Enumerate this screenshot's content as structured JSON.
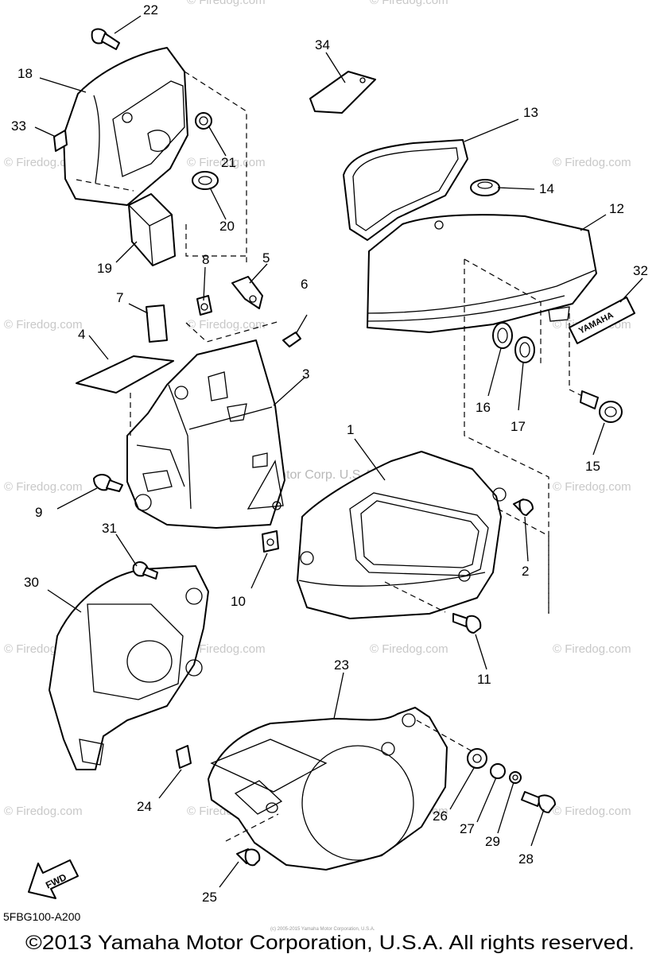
{
  "callouts": [
    "1",
    "2",
    "3",
    "4",
    "5",
    "6",
    "7",
    "8",
    "9",
    "10",
    "11",
    "12",
    "13",
    "14",
    "15",
    "16",
    "17",
    "18",
    "19",
    "20",
    "21",
    "22",
    "23",
    "24",
    "25",
    "26",
    "27",
    "28",
    "29",
    "30",
    "31",
    "32",
    "33",
    "34"
  ],
  "watermark": "© Firedog.com",
  "watermark_center": "Yamaha Motor Corp. U.S.A.",
  "tiny_notice": "(c) 2005-2015 Yamaha Motor Corporation, U.S.A.",
  "decal_text": "YAMAHA",
  "fwd_label": "FWD",
  "diagram_code": "5FBG100-A200",
  "copyright": "©2013 Yamaha Motor Corporation, U.S.A. All rights reserved."
}
